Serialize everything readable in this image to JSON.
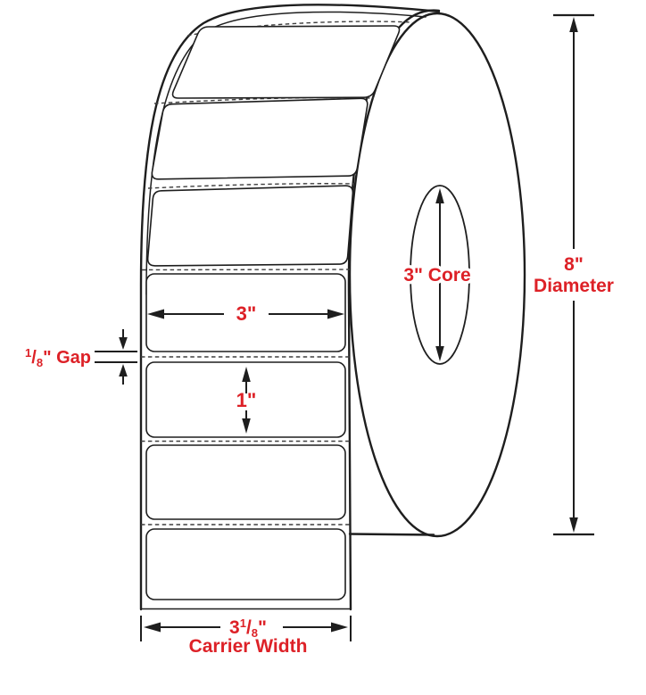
{
  "meta": {
    "type": "technical-diagram",
    "subject": "Label roll dimension diagram"
  },
  "colors": {
    "background": "#ffffff",
    "line": "#1e1e1e",
    "annotation": "#dd2127",
    "perforation": "#3f3f3f"
  },
  "roll": {
    "visible_labels_on_strip": 7
  },
  "annotations": {
    "label_width": "3\"",
    "label_height": "1\"",
    "gap": {
      "numerator": "1",
      "slash": "/",
      "denominator": "8",
      "suffix": "\" Gap"
    },
    "core": "3\" Core",
    "diameter": {
      "value": "8\"",
      "label": "Diameter"
    },
    "carrier_width": {
      "whole": "3",
      "numerator": "1",
      "slash": "/",
      "denominator": "8",
      "unit": "\"",
      "label": "Carrier Width"
    }
  }
}
